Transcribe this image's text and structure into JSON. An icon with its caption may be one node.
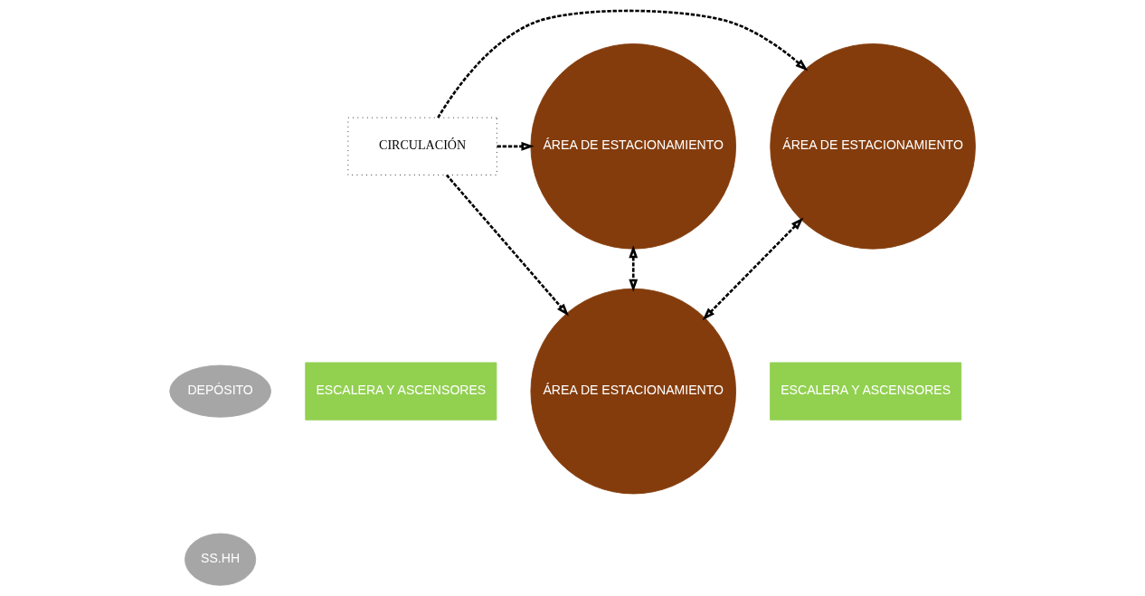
{
  "diagram": {
    "nodes": [
      {
        "text": [
          "DEPÓSITO"
        ]
      },
      {
        "text": [
          "SS.HH"
        ]
      },
      {
        "text": [
          "ESCALERA Y ASCENSORES"
        ]
      },
      {
        "text": [
          "ÁREA DE ESTACIONAMIENTO"
        ]
      },
      {
        "text": [
          "ESCALERA Y ASCENSORES"
        ]
      },
      {
        "text": [
          "ÁREA DE ESTACIONAMIENTO"
        ]
      },
      {
        "text": [
          "ÁREA DE ESTACIONAMIENTO"
        ]
      },
      {
        "text": [
          "CIRCULACIÓN"
        ]
      }
    ],
    "edges": [
      {
        "from": 5,
        "to": 3,
        "arrow": "both",
        "style": "dashed"
      },
      {
        "from": 6,
        "to": 3,
        "arrow": "both",
        "style": "dashed"
      },
      {
        "from": 7,
        "to": 3,
        "arrow": "to",
        "style": "dashed"
      },
      {
        "from": 7,
        "to": 5,
        "arrow": "to",
        "style": "dashed"
      },
      {
        "from": 7,
        "to": 6,
        "arrow": "to",
        "style": "dashed"
      }
    ]
  }
}
